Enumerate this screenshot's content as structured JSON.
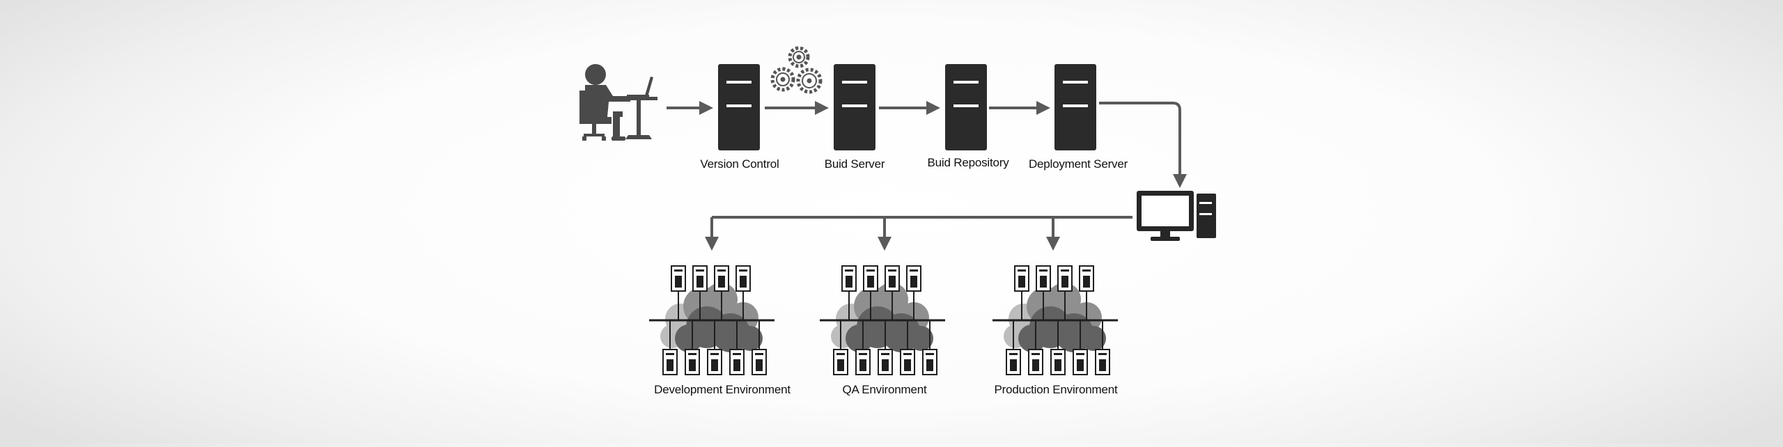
{
  "pipeline": {
    "stages": [
      {
        "label": "Version Control"
      },
      {
        "label": "Buid Server"
      },
      {
        "label": "Buid Repository"
      },
      {
        "label": "Deployment Server"
      }
    ]
  },
  "environments": [
    {
      "label": "Development Environment"
    },
    {
      "label": "QA Environment"
    },
    {
      "label": "Production Environment"
    }
  ],
  "colors": {
    "server": "#2b2b2b",
    "arrow": "#5a5a5a",
    "cloud_light": "#bdbdbd",
    "cloud_mid": "#8f8f8f",
    "cloud_dark": "#626262",
    "figure": "#4a4a4a",
    "monitor": "#262626"
  },
  "icons": [
    "person-at-desk-icon",
    "gears-icon",
    "server-tower-icon",
    "desktop-computer-icon",
    "cloud-cluster-icon"
  ]
}
